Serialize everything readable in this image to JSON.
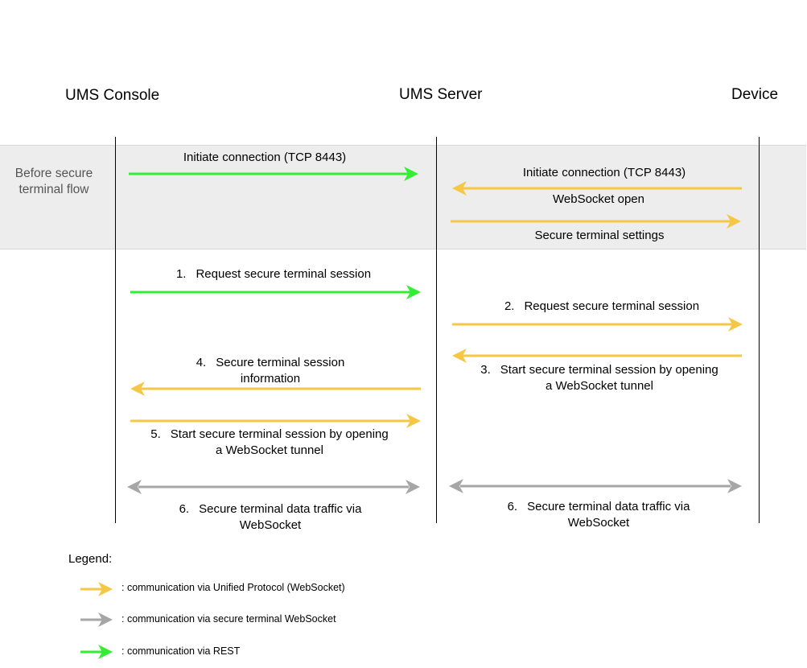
{
  "lanes": {
    "console": "UMS Console",
    "server": "UMS Server",
    "device": "Device"
  },
  "before_section_label": "Before secure terminal flow",
  "messages": {
    "pre_console_to_server": {
      "text": "Initiate connection (TCP 8443)",
      "type": "rest"
    },
    "pre_device_to_server": {
      "text": "Initiate connection (TCP 8443)",
      "type": "unified"
    },
    "pre_websocket_open": {
      "text": "WebSocket open",
      "type": "unified"
    },
    "pre_settings": {
      "text": "Secure terminal settings",
      "type": "unified"
    },
    "step1": {
      "num": "1.",
      "text": "Request secure terminal session",
      "type": "rest"
    },
    "step2": {
      "num": "2.",
      "text": "Request secure terminal session",
      "type": "unified"
    },
    "step3": {
      "num": "3.",
      "line1": "Start secure terminal session by opening",
      "line2": "a WebSocket tunnel",
      "type": "unified"
    },
    "step4": {
      "num": "4.",
      "line1": "Secure terminal session",
      "line2": "information",
      "type": "unified"
    },
    "step5": {
      "num": "5.",
      "line1": "Start secure terminal session by opening",
      "line2": "a WebSocket tunnel",
      "type": "unified"
    },
    "step6_left": {
      "num": "6.",
      "line1": "Secure terminal data traffic via",
      "line2": "WebSocket",
      "type": "secure_ws"
    },
    "step6_right": {
      "num": "6.",
      "line1": "Secure terminal data traffic via",
      "line2": "WebSocket",
      "type": "secure_ws"
    }
  },
  "legend": {
    "title": "Legend:",
    "items": [
      {
        "text": ": communication via Unified Protocol (WebSocket)",
        "color": "#f5c745"
      },
      {
        "text": ": communication via secure terminal WebSocket",
        "color": "#a6a6a6"
      },
      {
        "text": ": communication via REST",
        "color": "#33ee33"
      }
    ]
  },
  "colors": {
    "rest": "#33ee33",
    "unified": "#f5c745",
    "secure_ws": "#a6a6a6",
    "band": "#ededed"
  }
}
